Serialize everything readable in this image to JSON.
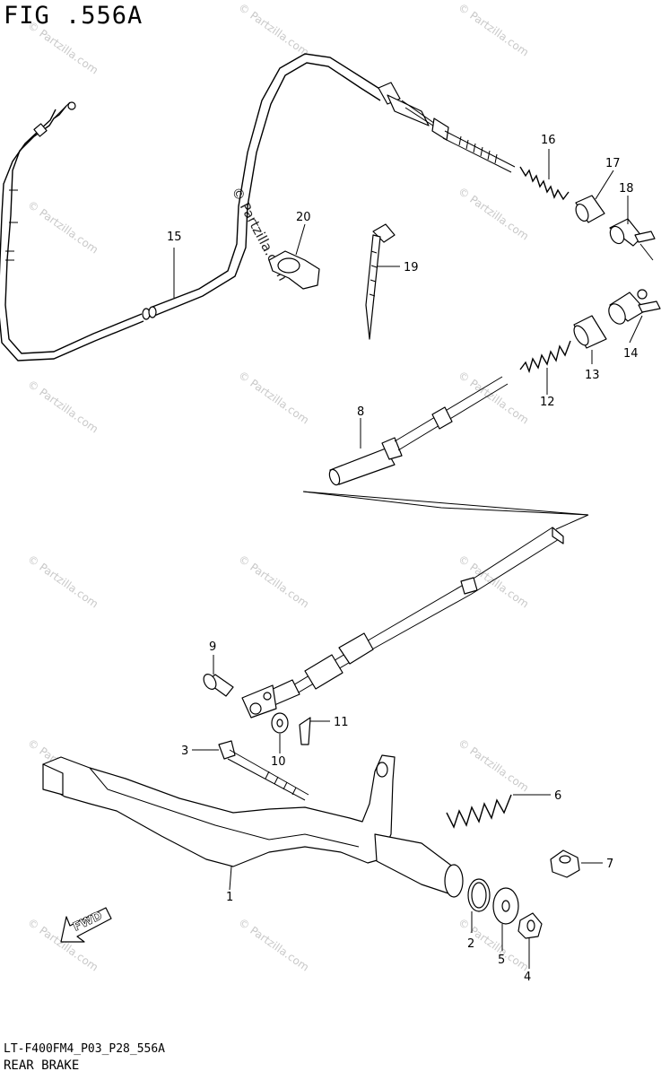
{
  "figure": {
    "title": "FIG .556A"
  },
  "footer": {
    "code": "LT-F400FM4_P03_P28_556A",
    "name": "REAR BRAKE"
  },
  "watermark": {
    "text": "© Partzilla.com"
  },
  "center_watermark": {
    "text": "© Partzilla.com"
  },
  "callouts": {
    "c1": "1",
    "c2": "2",
    "c3": "3",
    "c4": "4",
    "c5": "5",
    "c6": "6",
    "c7": "7",
    "c8": "8",
    "c9": "9",
    "c10": "10",
    "c11": "11",
    "c12": "12",
    "c13": "13",
    "c14": "14",
    "c15": "15",
    "c16": "16",
    "c17": "17",
    "c18": "18",
    "c19": "19",
    "c20": "20"
  },
  "fwd_label": "FWD"
}
